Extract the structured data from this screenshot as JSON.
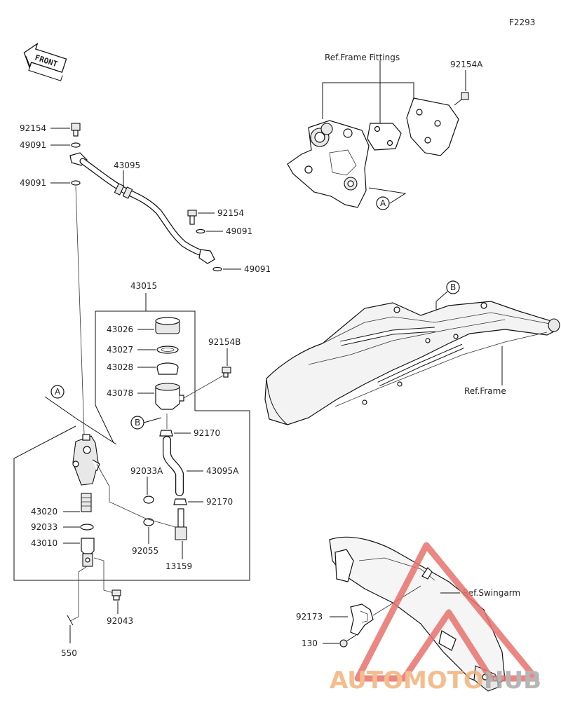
{
  "figure_code": "F2293",
  "front_label": "FRONT",
  "callouts": {
    "a": "A",
    "b": "B"
  },
  "ref_labels": {
    "frame_fittings": "Ref.Frame Fittings",
    "frame": "Ref.Frame",
    "swingarm": "Ref.Swingarm"
  },
  "parts": {
    "p92154_top": "92154",
    "p49091_top": "49091",
    "p49091_left": "49091",
    "p43095": "43095",
    "p92154_mid": "92154",
    "p49091_mid": "49091",
    "p49091_low": "49091",
    "p92154A": "92154A",
    "p43015": "43015",
    "p43026": "43026",
    "p43027": "43027",
    "p43028": "43028",
    "p43078": "43078",
    "p92154B": "92154B",
    "p92170_a": "92170",
    "p92033A": "92033A",
    "p43095A": "43095A",
    "p92170_b": "92170",
    "p43020": "43020",
    "p92033": "92033",
    "p43010": "43010",
    "p92055": "92055",
    "p13159": "13159",
    "p92043": "92043",
    "p550": "550",
    "p92173": "92173",
    "p130": "130"
  },
  "watermark": {
    "text_a": "AUTOMOTO",
    "text_b": "HUB",
    "color_a": "#f3b27a",
    "color_b": "#aaaaaa",
    "logo_color": "#e8736e"
  }
}
